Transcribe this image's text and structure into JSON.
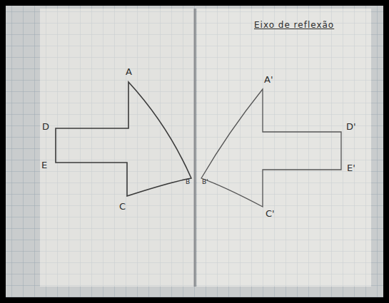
{
  "diagram": {
    "title": "Eixo de reflexão",
    "labels": [
      "A",
      "D",
      "E",
      "C",
      "B",
      "A'",
      "D'",
      "E'",
      "C'",
      "B'"
    ]
  }
}
